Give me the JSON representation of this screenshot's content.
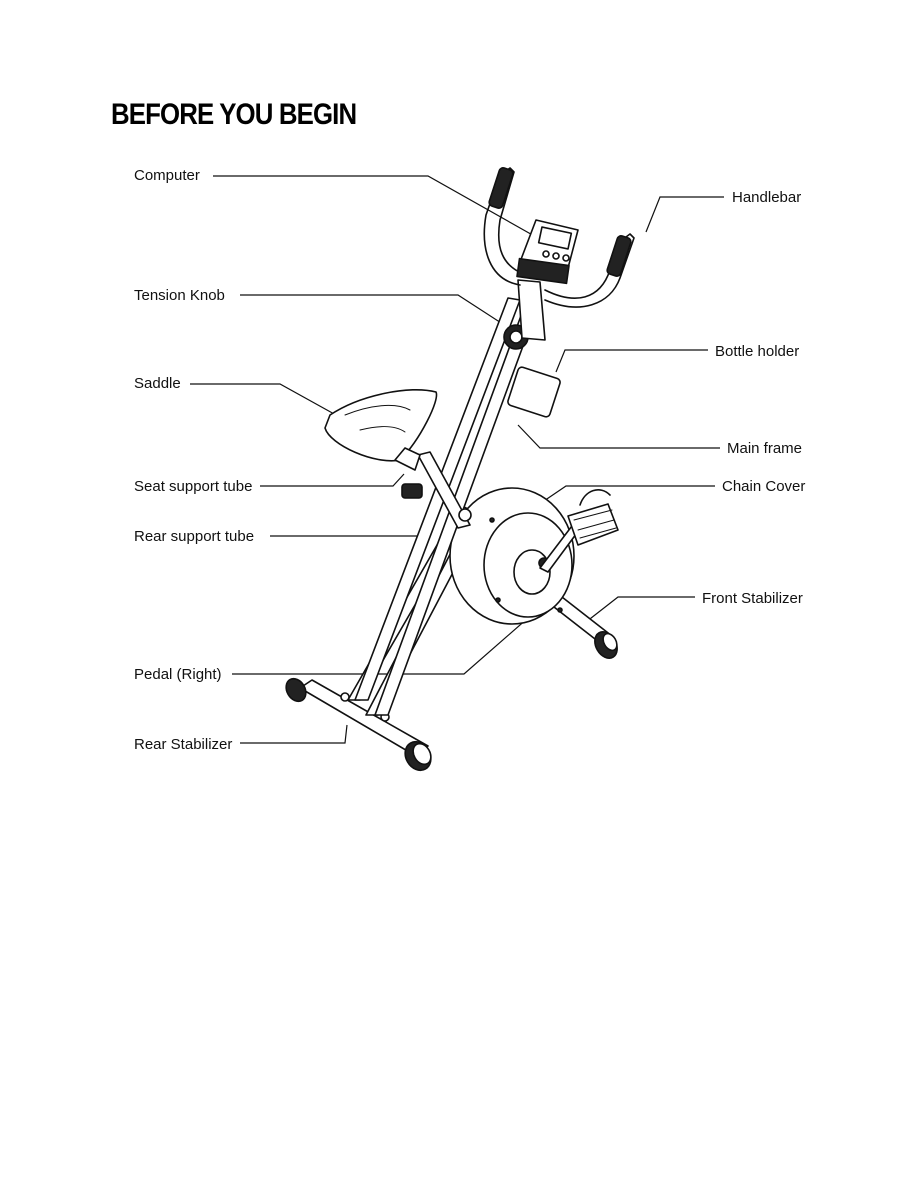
{
  "heading": "BEFORE YOU BEGIN",
  "labels": {
    "computer": "Computer",
    "handlebar": "Handlebar",
    "tension_knob": "Tension Knob",
    "bottle_holder": "Bottle holder",
    "saddle": "Saddle",
    "main_frame": "Main frame",
    "seat_support_tube": "Seat support tube",
    "chain_cover": "Chain Cover",
    "rear_support_tube": "Rear support tube",
    "front_stabilizer": "Front Stabilizer",
    "pedal_right": "Pedal (Right)",
    "rear_stabilizer": "Rear Stabilizer"
  }
}
